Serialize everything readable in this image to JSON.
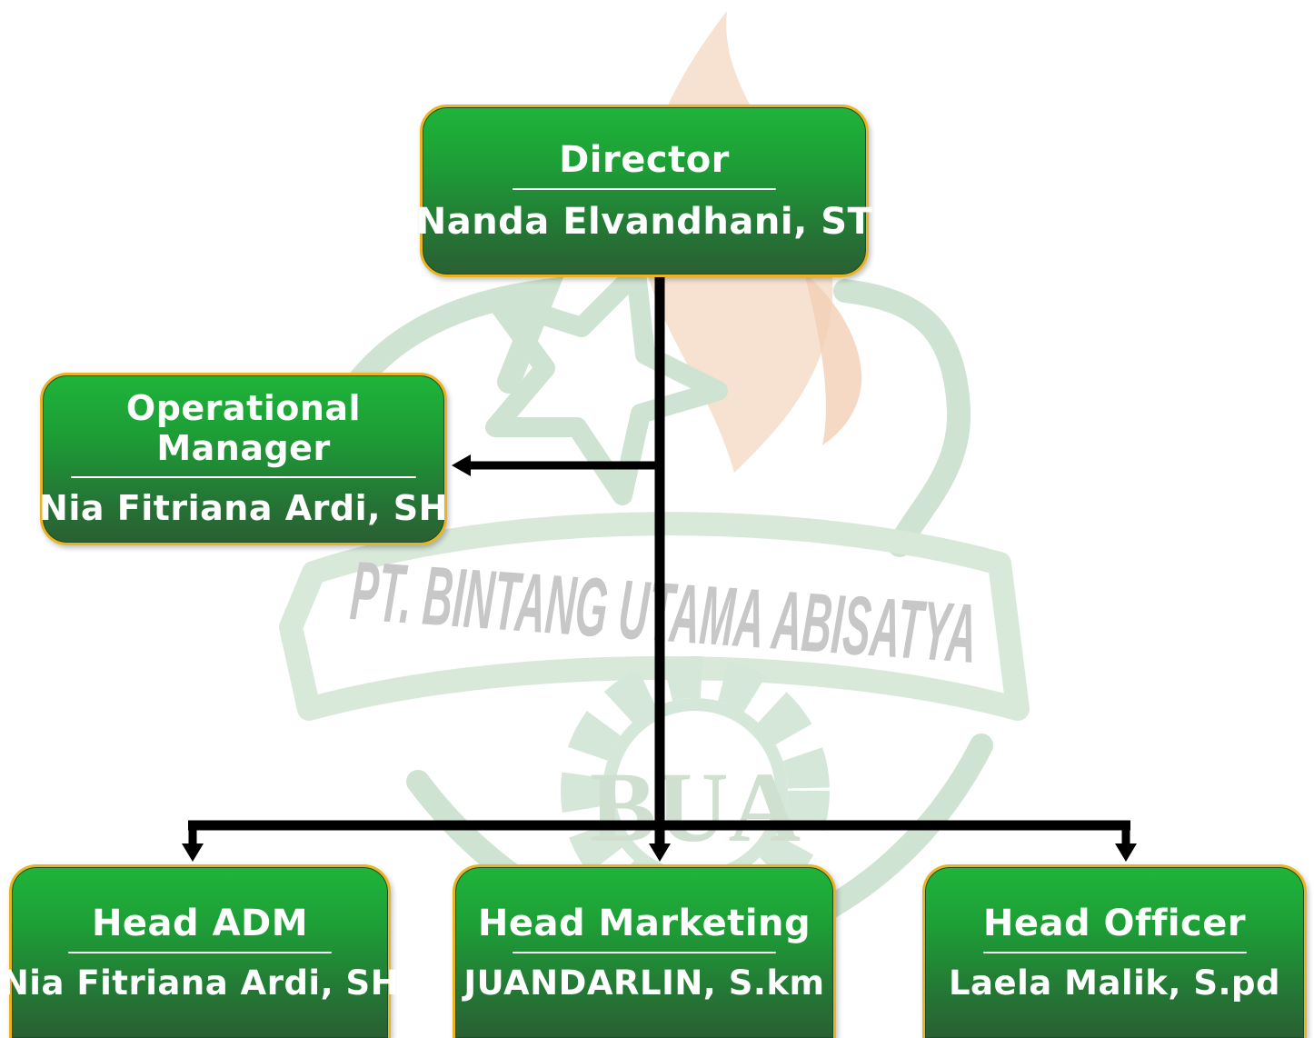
{
  "watermark": {
    "company": "PT. BINTANG UTAMA ABISATYA",
    "initials": "BUA"
  },
  "nodes": {
    "director": {
      "title": "Director",
      "person": "Nanda Elvandhani, ST"
    },
    "operational_manager": {
      "title": "Operational Manager",
      "person": "Nia Fitriana Ardi, SH"
    },
    "head_adm": {
      "title": "Head ADM",
      "person": "Nia Fitriana Ardi, SH"
    },
    "head_marketing": {
      "title": "Head Marketing",
      "person": "JUANDARLIN, S.km"
    },
    "head_officer": {
      "title": "Head Officer",
      "person": "Laela Malik, S.pd"
    }
  },
  "colors": {
    "box_top": "#1fb43a",
    "box_bottom": "#2a5f33",
    "box_border": "#e9b321",
    "connector": "#000000",
    "watermark_green": "#cfe3d2",
    "watermark_flame": "#f7e0cf",
    "watermark_text": "#c7c7c7"
  }
}
